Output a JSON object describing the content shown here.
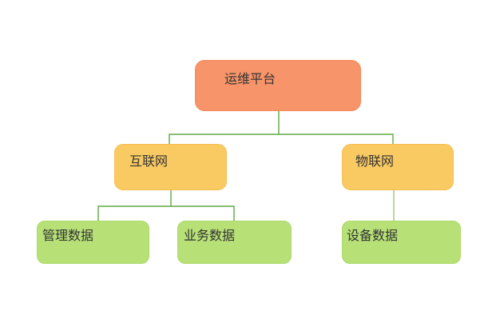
{
  "diagram": {
    "type": "tree",
    "nodes": [
      {
        "id": "root",
        "label": "运维平台",
        "level": 1
      },
      {
        "id": "internet",
        "label": "互联网",
        "level": 2
      },
      {
        "id": "iot",
        "label": "物联网",
        "level": 2
      },
      {
        "id": "mgmt",
        "label": "管理数据",
        "level": 3
      },
      {
        "id": "biz",
        "label": "业务数据",
        "level": 3
      },
      {
        "id": "device",
        "label": "设备数据",
        "level": 3
      }
    ],
    "edges": [
      {
        "from": "运维平台",
        "to": "互联网"
      },
      {
        "from": "运维平台",
        "to": "物联网"
      },
      {
        "from": "互联网",
        "to": "管理数据"
      },
      {
        "from": "互联网",
        "to": "业务数据"
      },
      {
        "from": "物联网",
        "to": "设备数据"
      }
    ]
  },
  "colors": {
    "root_fill": "#F7946A",
    "root_border": "#F28B5B",
    "level2_fill": "#FACA62",
    "level2_border": "#F5BE52",
    "level3_fill": "#B7E077",
    "level3_border": "#ABD96B",
    "connector": "#5FA843",
    "connector_light": "#A6CF88",
    "text": "#333333",
    "background": "#FFFFFF"
  }
}
